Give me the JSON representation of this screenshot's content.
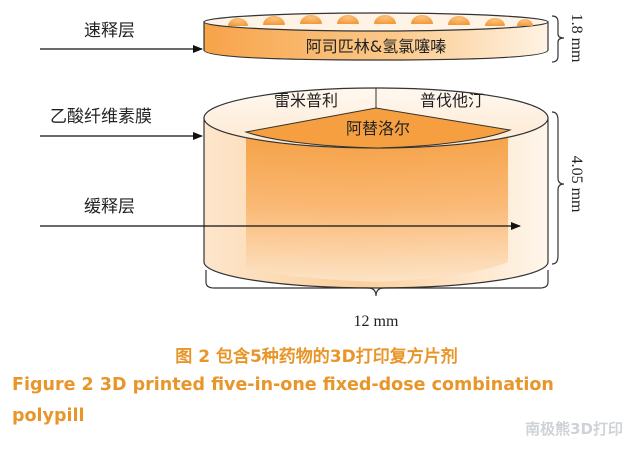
{
  "labels": {
    "fast_release_layer": "速释层",
    "cellulose_membrane": "乙酸纤维素膜",
    "slow_release_layer": "缓释层",
    "fast_layer_drugs": "阿司匹林&氢氯噻嗪",
    "ramipril": "雷米普利",
    "pravastatin": "普伐他汀",
    "atenolol": "阿替洛尔"
  },
  "dimensions": {
    "fast_layer_height": "1.8 mm",
    "slow_layer_height": "4.05 mm",
    "diameter": "12 mm"
  },
  "caption": {
    "zh": "图 2  包含5种药物的3D打印复方片剂",
    "en_line1": "Figure 2  3D printed five-in-one fixed-dose combination",
    "en_line2": "polypill"
  },
  "watermark": "南极熊3D打印",
  "colors": {
    "orange_dark": "#f08a1c",
    "orange_light": "#fde3c4",
    "caption": "#e8962a"
  }
}
